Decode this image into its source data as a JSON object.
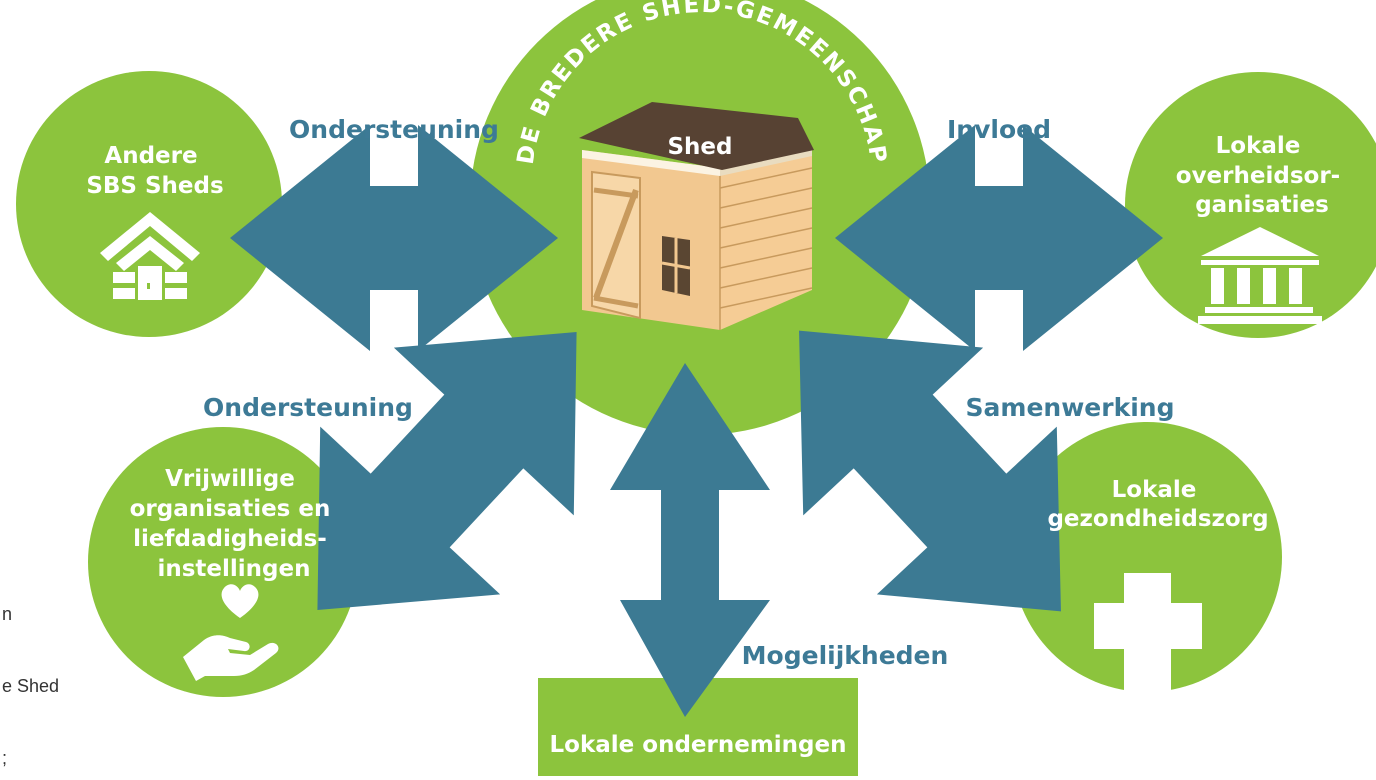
{
  "colors": {
    "green": "#8cc43d",
    "arrow": "#3c7a93",
    "label": "#3d7a96",
    "shed_roof": "#574233",
    "wood": "#f2c890"
  },
  "center": {
    "arc_title": "DE BREDERE SHED-GEMEENSCHAP",
    "shed_label": "Shed"
  },
  "nodes": {
    "other_sheds": {
      "line1": "Andere",
      "line2": "SBS Sheds",
      "icon": "house-icon"
    },
    "local_gov": {
      "line1": "Lokale",
      "line2": "overheidsor-",
      "line3": "ganisaties",
      "icon": "bank-building-icon"
    },
    "voluntary": {
      "line1": "Vrijwillige",
      "line2": "organisaties en",
      "line3": "liefdadigheids-",
      "line4": "instellingen",
      "icon": "heart-hand-icon"
    },
    "healthcare": {
      "line1": "Lokale",
      "line2": "gezondheidszorg",
      "icon": "medical-cross-icon"
    },
    "business": {
      "label": "Lokale ondernemingen"
    }
  },
  "relations": {
    "other_sheds": "Ondersteuning",
    "local_gov": "Invloed",
    "voluntary": "Ondersteuning",
    "healthcare": "Samenwerking",
    "business": "Mogelijkheden"
  },
  "edge_fragments": [
    "n",
    "e Shed",
    ";"
  ]
}
